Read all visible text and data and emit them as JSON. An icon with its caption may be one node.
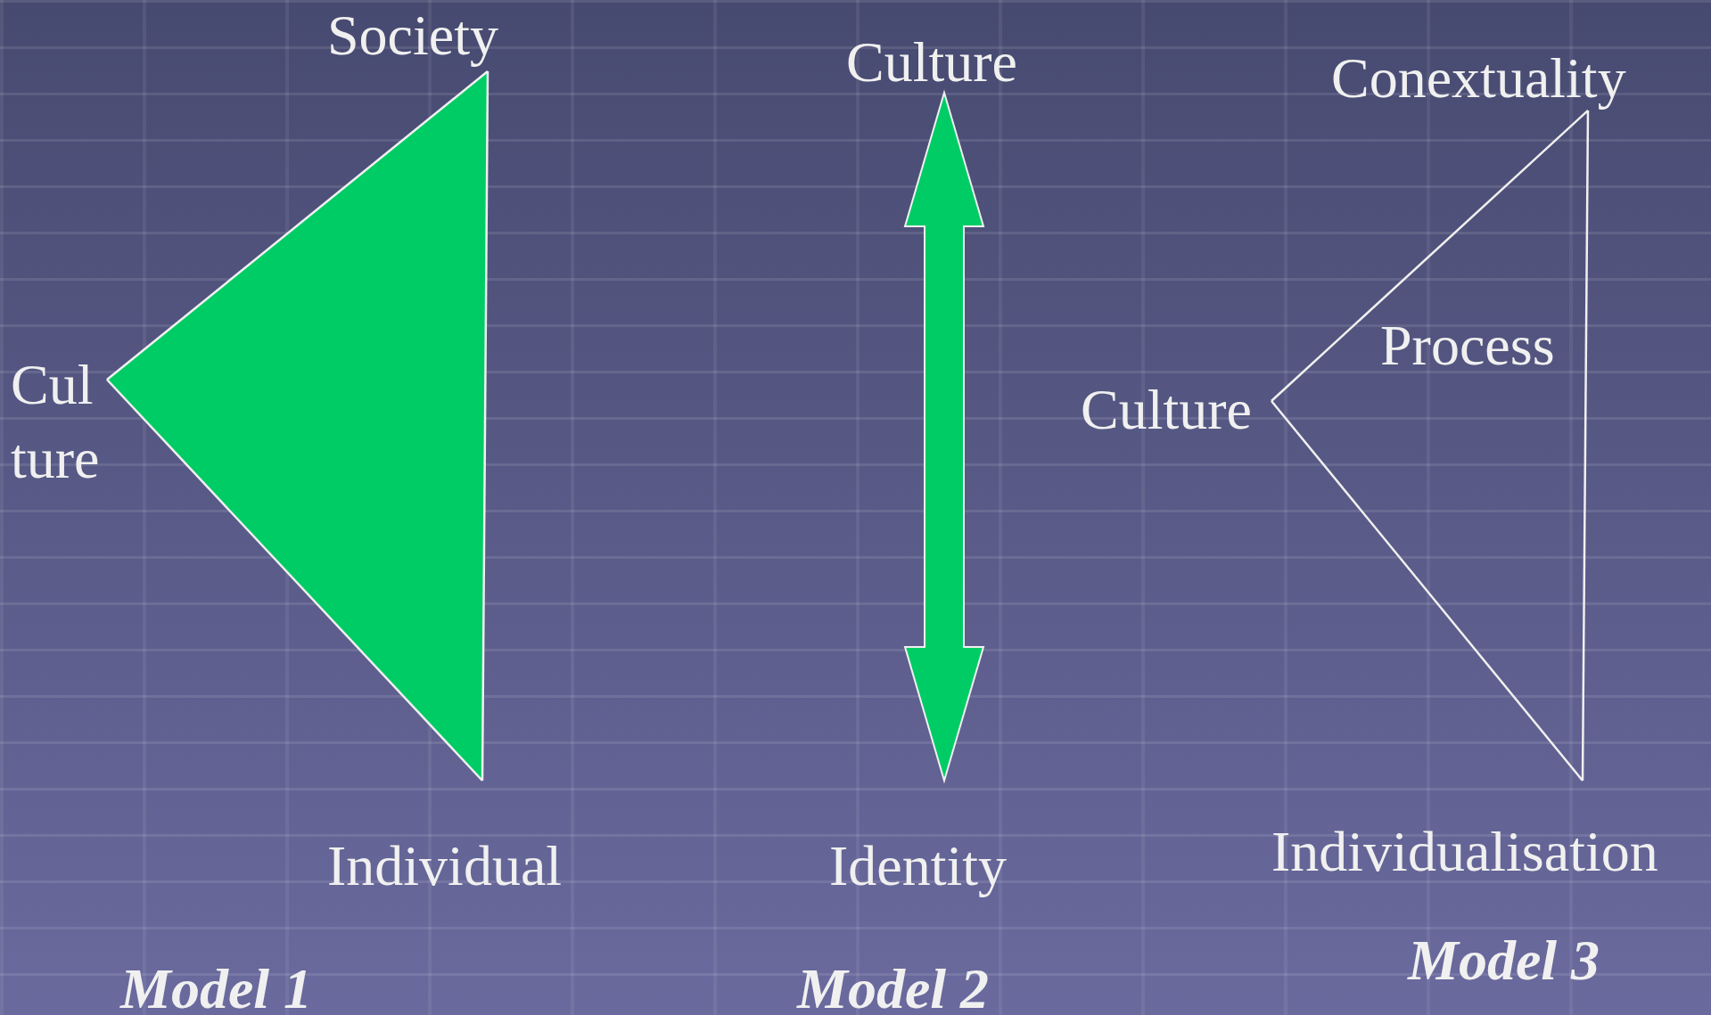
{
  "diagram": {
    "nodes": [
      {
        "text": [
          "Society"
        ]
      },
      {
        "text": [
          "Cul ture"
        ]
      },
      {
        "text": [
          "Individual"
        ]
      },
      {
        "text": [
          "Culture"
        ]
      },
      {
        "text": [
          "Identity"
        ]
      },
      {
        "text": [
          "Conextuality"
        ]
      },
      {
        "text": [
          "Culture"
        ]
      },
      {
        "text": [
          "Individualisation"
        ]
      }
    ],
    "edges": [
      {
        "from": 1,
        "to": 0,
        "arrow": "none"
      },
      {
        "from": 0,
        "to": 2,
        "arrow": "none"
      },
      {
        "from": 1,
        "to": 2,
        "arrow": "none"
      },
      {
        "from": 3,
        "to": 4,
        "arrow": "both",
        "style": "thick",
        "color": "#00cc66"
      },
      {
        "from": 6,
        "to": 5,
        "arrow": "none"
      },
      {
        "from": 5,
        "to": 7,
        "arrow": "none"
      },
      {
        "from": 6,
        "to": 7,
        "arrow": "none"
      }
    ],
    "labels": [
      "Process",
      "Model 1",
      "Model 2",
      "Model 3"
    ]
  }
}
